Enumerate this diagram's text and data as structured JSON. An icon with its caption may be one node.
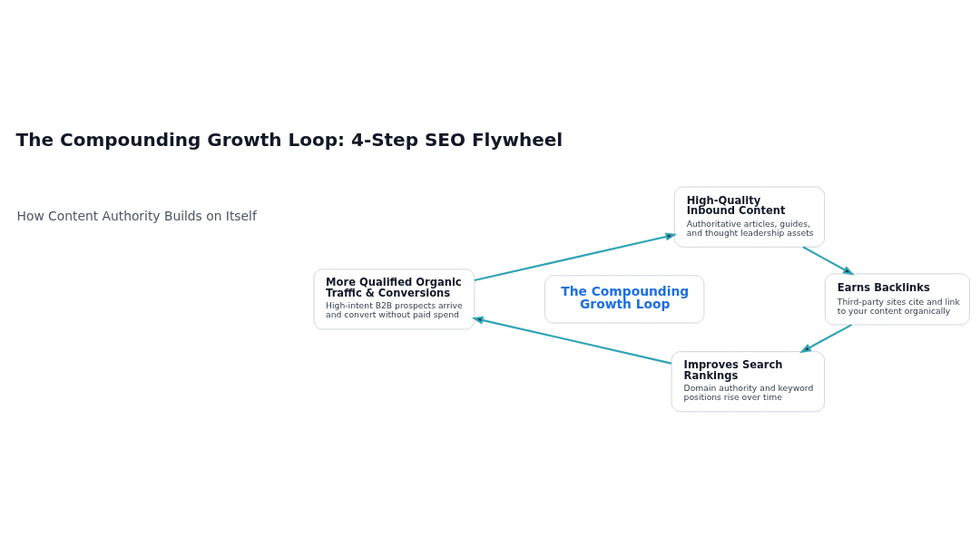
{
  "diagram": {
    "title": "The Compounding Growth Loop: 4-Step SEO Flywheel",
    "nodes": [
      {
        "text": [
          "High-Quality Inbound Content",
          "Authoritative articles, guides, and thought leadership assets"
        ]
      },
      {
        "text": [
          "Earns Backlinks",
          "Third-party sites cite and link to your content organically"
        ]
      },
      {
        "text": [
          "Improves Search Rankings",
          "Domain authority and keyword positions rise over time"
        ]
      },
      {
        "text": [
          "More Qualified Organic Traffic & Conversions",
          "High-intent B2B prospects arrive and convert without paid spend"
        ]
      },
      {
        "text": [
          "The Compounding Growth Loop"
        ]
      }
    ],
    "edges": [
      {
        "from": 0,
        "to": 1,
        "arrow": "to"
      },
      {
        "from": 1,
        "to": 2,
        "arrow": "to"
      },
      {
        "from": 2,
        "to": 3,
        "arrow": "to"
      },
      {
        "from": 3,
        "to": 0,
        "arrow": "to"
      }
    ],
    "labels": [
      "How Content Authority Builds on Itself"
    ]
  }
}
